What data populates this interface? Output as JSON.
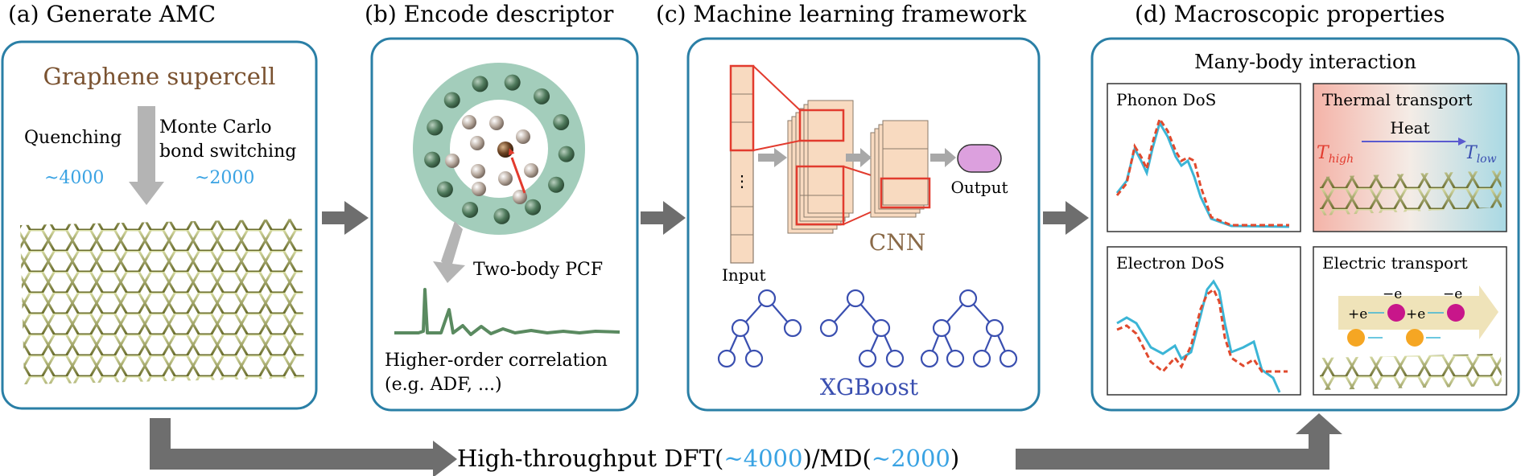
{
  "panels": {
    "a": {
      "title": "(a)  Generate AMC",
      "heading": "Graphene supercell",
      "left_label": "Quenching",
      "left_count": "~4000",
      "right_label_1": "Monte Carlo",
      "right_label_2": "bond switching",
      "right_count": "~2000"
    },
    "b": {
      "title": "(b)  Encode descriptor",
      "two_body": "Two-body PCF",
      "higher_1": "Higher-order correlation",
      "higher_2": "(e.g. ADF, ...)"
    },
    "c": {
      "title": "(c)  Machine learning framework",
      "input": "Input",
      "output": "Output",
      "cnn": "CNN",
      "xgb": "XGBoost",
      "dots": "⋮"
    },
    "d": {
      "title": "(d)  Macroscopic properties",
      "subtitle": "Many-body interaction",
      "phonon": "Phonon DoS",
      "thermal": "Thermal transport",
      "heat": "Heat",
      "t_high": "T",
      "t_high_sub": "high",
      "t_low": "T",
      "t_low_sub": "low",
      "electron": "Electron DoS",
      "electric": "Electric transport",
      "neg_e": "−e",
      "pos_e": "+e"
    }
  },
  "bottom": {
    "prefix": "High-throughput  DFT(",
    "count1": "~4000",
    "mid": ")/MD(",
    "count2": "~2000",
    "suffix": ")"
  },
  "colors": {
    "frame": "#2a7fa6",
    "arrow": "#6e6e6e",
    "blue_text": "#3aa3e3",
    "brown": "#7a5230",
    "cnn_brown": "#8a6a48",
    "xgb_blue": "#3a4fb0",
    "red": "#e23b2e",
    "cyan": "#3bb5d6",
    "green": "#5a8a60",
    "magenta": "#c8168a",
    "orange": "#f5a623"
  }
}
